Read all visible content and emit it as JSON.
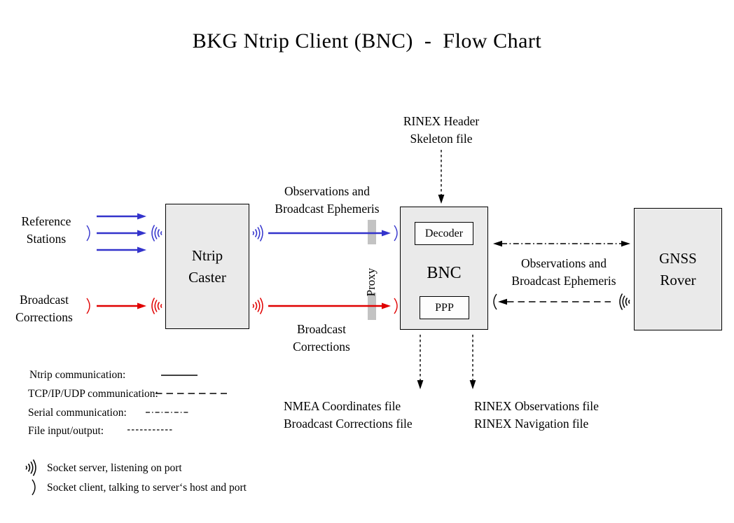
{
  "title": "BKG Ntrip Client (BNC)  -  Flow Chart",
  "colors": {
    "ntrip_blue": "#3333cc",
    "corrections_red": "#e00000",
    "box_fill": "#eaeaea",
    "proxy_bar_gray": "#c3c3c3",
    "line_black": "#000000"
  },
  "nodes": {
    "ntrip_caster": [
      "Ntrip",
      "Caster"
    ],
    "bnc": "BNC",
    "decoder": "Decoder",
    "ppp": "PPP",
    "gnss_rover": [
      "GNSS",
      "Rover"
    ]
  },
  "labels": {
    "reference_stations": [
      "Reference",
      "Stations"
    ],
    "broadcast_corrections_left": [
      "Broadcast",
      "Corrections"
    ],
    "rinex_header_skeleton": [
      "RINEX Header",
      "Skeleton file"
    ],
    "obs_ephemeris_left": [
      "Observations and",
      "Broadcast Ephemeris"
    ],
    "broadcast_corrections_mid": [
      "Broadcast",
      "Corrections"
    ],
    "obs_ephemeris_right": [
      "Observations and",
      "Broadcast Ephemeris"
    ],
    "proxy": "Proxy",
    "nmea_output": [
      "NMEA Coordinates file",
      "Broadcast Corrections file"
    ],
    "rinex_output": [
      "RINEX Observations file",
      "RINEX Navigation file"
    ]
  },
  "legend": {
    "items": [
      {
        "label": "Ntrip communication:",
        "style": "solid"
      },
      {
        "label": "TCP/IP/UDP communication:",
        "style": "dashed"
      },
      {
        "label": "Serial communication:",
        "style": "dashdot"
      },
      {
        "label": "File input/output:",
        "style": "fine-dashed"
      }
    ],
    "socket_server": "Socket server, listening on port",
    "socket_client": "Socket client, talking to server‘s host and port"
  },
  "icons": {
    "socket_server_icon": "radio-waves",
    "socket_client_icon": "arc-bracket"
  }
}
